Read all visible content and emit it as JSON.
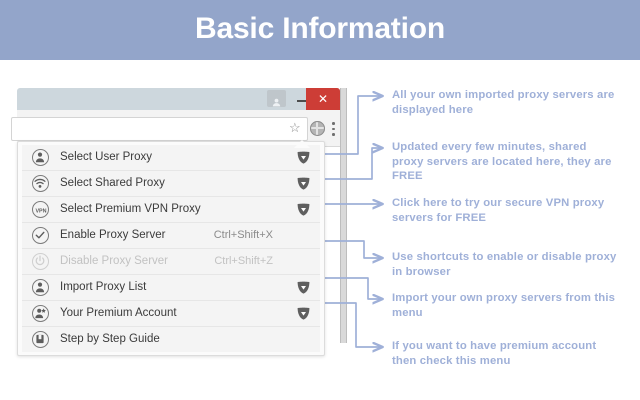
{
  "header": {
    "title": "Basic Information",
    "band_color": "#93a5ca",
    "title_color": "#ffffff"
  },
  "browser": {
    "titlebar": {
      "profile_button": "profile-icon",
      "minimize_label": "–",
      "maximize_label": "□",
      "close_label": "✕",
      "close_color": "#cd3d36"
    },
    "toolbar": {
      "address_value": "",
      "address_placeholder": "",
      "bookmark_icon": "☆",
      "extension_icon": "globe-icon",
      "menu_icon": "kebab-menu-icon"
    }
  },
  "menu": {
    "items": [
      {
        "label": "Select User Proxy",
        "icon": "user-icon",
        "shortcut": "",
        "badge": true,
        "disabled": false
      },
      {
        "label": "Select Shared Proxy",
        "icon": "wifi-icon",
        "shortcut": "",
        "badge": true,
        "disabled": false
      },
      {
        "label": "Select Premium VPN Proxy",
        "icon": "vpn-icon",
        "shortcut": "",
        "badge": true,
        "disabled": false
      },
      {
        "label": "Enable Proxy Server",
        "icon": "check-circle-icon",
        "shortcut": "Ctrl+Shift+X",
        "badge": false,
        "disabled": false
      },
      {
        "label": "Disable Proxy Server",
        "icon": "power-icon",
        "shortcut": "Ctrl+Shift+Z",
        "badge": false,
        "disabled": true
      },
      {
        "label": "Import Proxy List",
        "icon": "user-import-icon",
        "shortcut": "",
        "badge": true,
        "disabled": false
      },
      {
        "label": "Your Premium Account",
        "icon": "user-premium-icon",
        "shortcut": "",
        "badge": true,
        "disabled": false
      },
      {
        "label": "Step by Step Guide",
        "icon": "book-icon",
        "shortcut": "",
        "badge": false,
        "disabled": false
      }
    ]
  },
  "annotations": {
    "color": "#9fb0d8",
    "notes": [
      {
        "text": "All your own imported proxy servers are displayed here"
      },
      {
        "text": "Updated every few minutes, shared proxy servers are located here, they are FREE"
      },
      {
        "text": "Click here to try our secure VPN proxy servers for FREE"
      },
      {
        "text": "Use shortcuts to enable or disable proxy in browser"
      },
      {
        "text": "Import your own proxy servers from this menu"
      },
      {
        "text": "If you want to have premium account then check this menu"
      }
    ]
  }
}
